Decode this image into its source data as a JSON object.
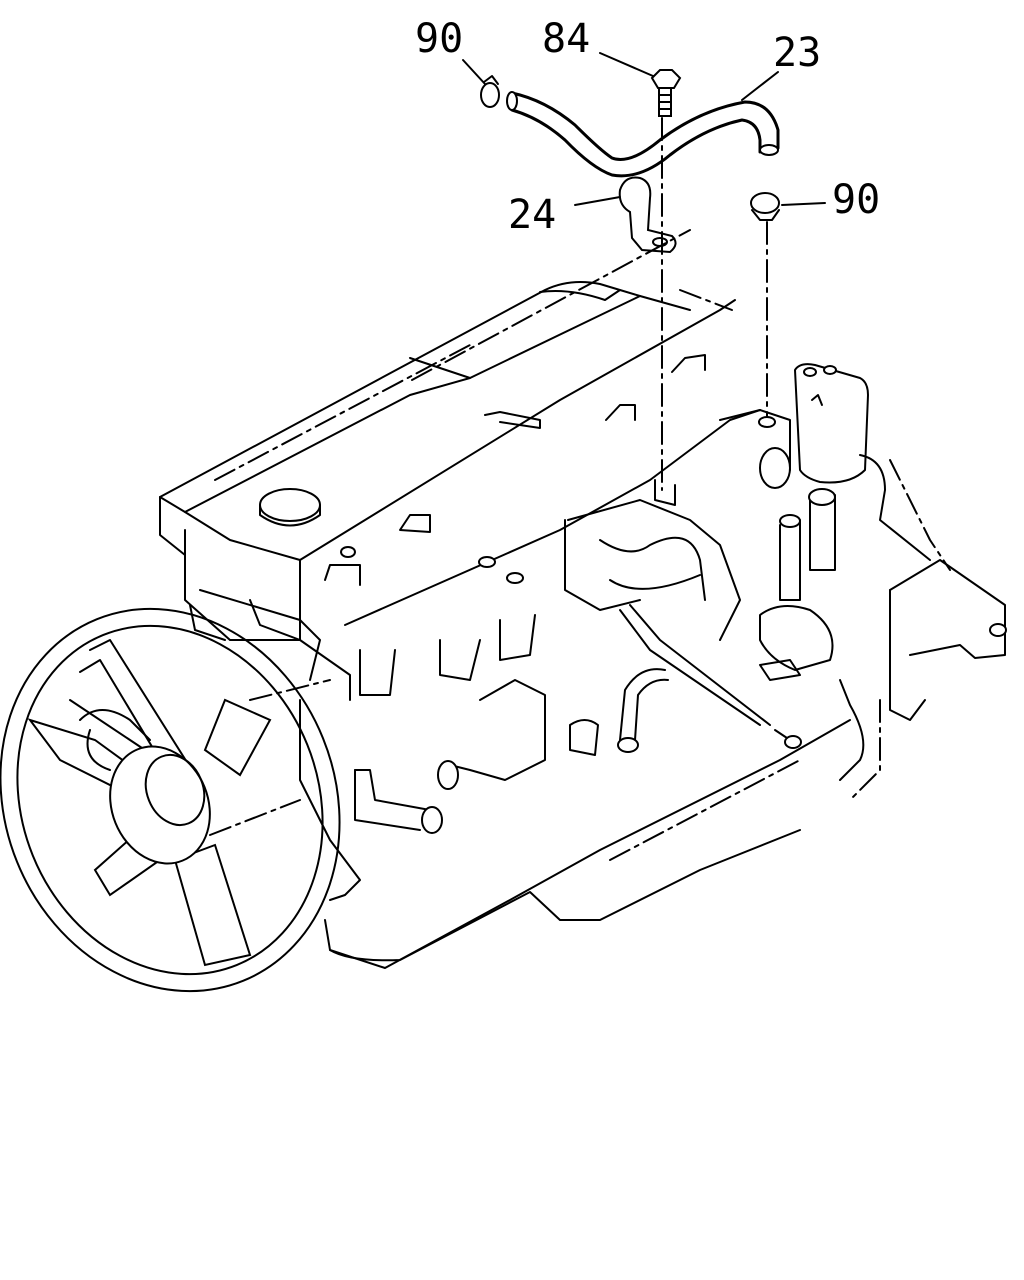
{
  "callouts": {
    "clip_left": "90",
    "bolt": "84",
    "hose": "23",
    "bracket": "24",
    "clip_right": "90"
  }
}
